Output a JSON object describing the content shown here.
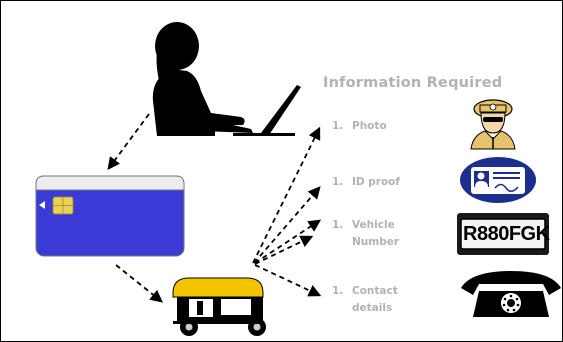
{
  "header": {
    "title": "Information Required"
  },
  "requirements": [
    {
      "number": "1.",
      "label": "Photo",
      "icon": "police-officer-icon"
    },
    {
      "number": "1.",
      "label": "ID proof",
      "icon": "id-card-icon"
    },
    {
      "number": "1.",
      "label_line1": "Vehicle",
      "label_line2": "Number",
      "icon": "license-plate-icon"
    },
    {
      "number": "1.",
      "label_line1": "Contact",
      "label_line2": "details",
      "icon": "telephone-icon"
    }
  ],
  "plate": {
    "text": "R880FGK"
  },
  "colors": {
    "card": "#3a3ad6",
    "chip": "#e8d25a",
    "label": "#b2b2b2",
    "id_icon": "#1c2f8c",
    "rickshaw_top": "#f4c400"
  }
}
